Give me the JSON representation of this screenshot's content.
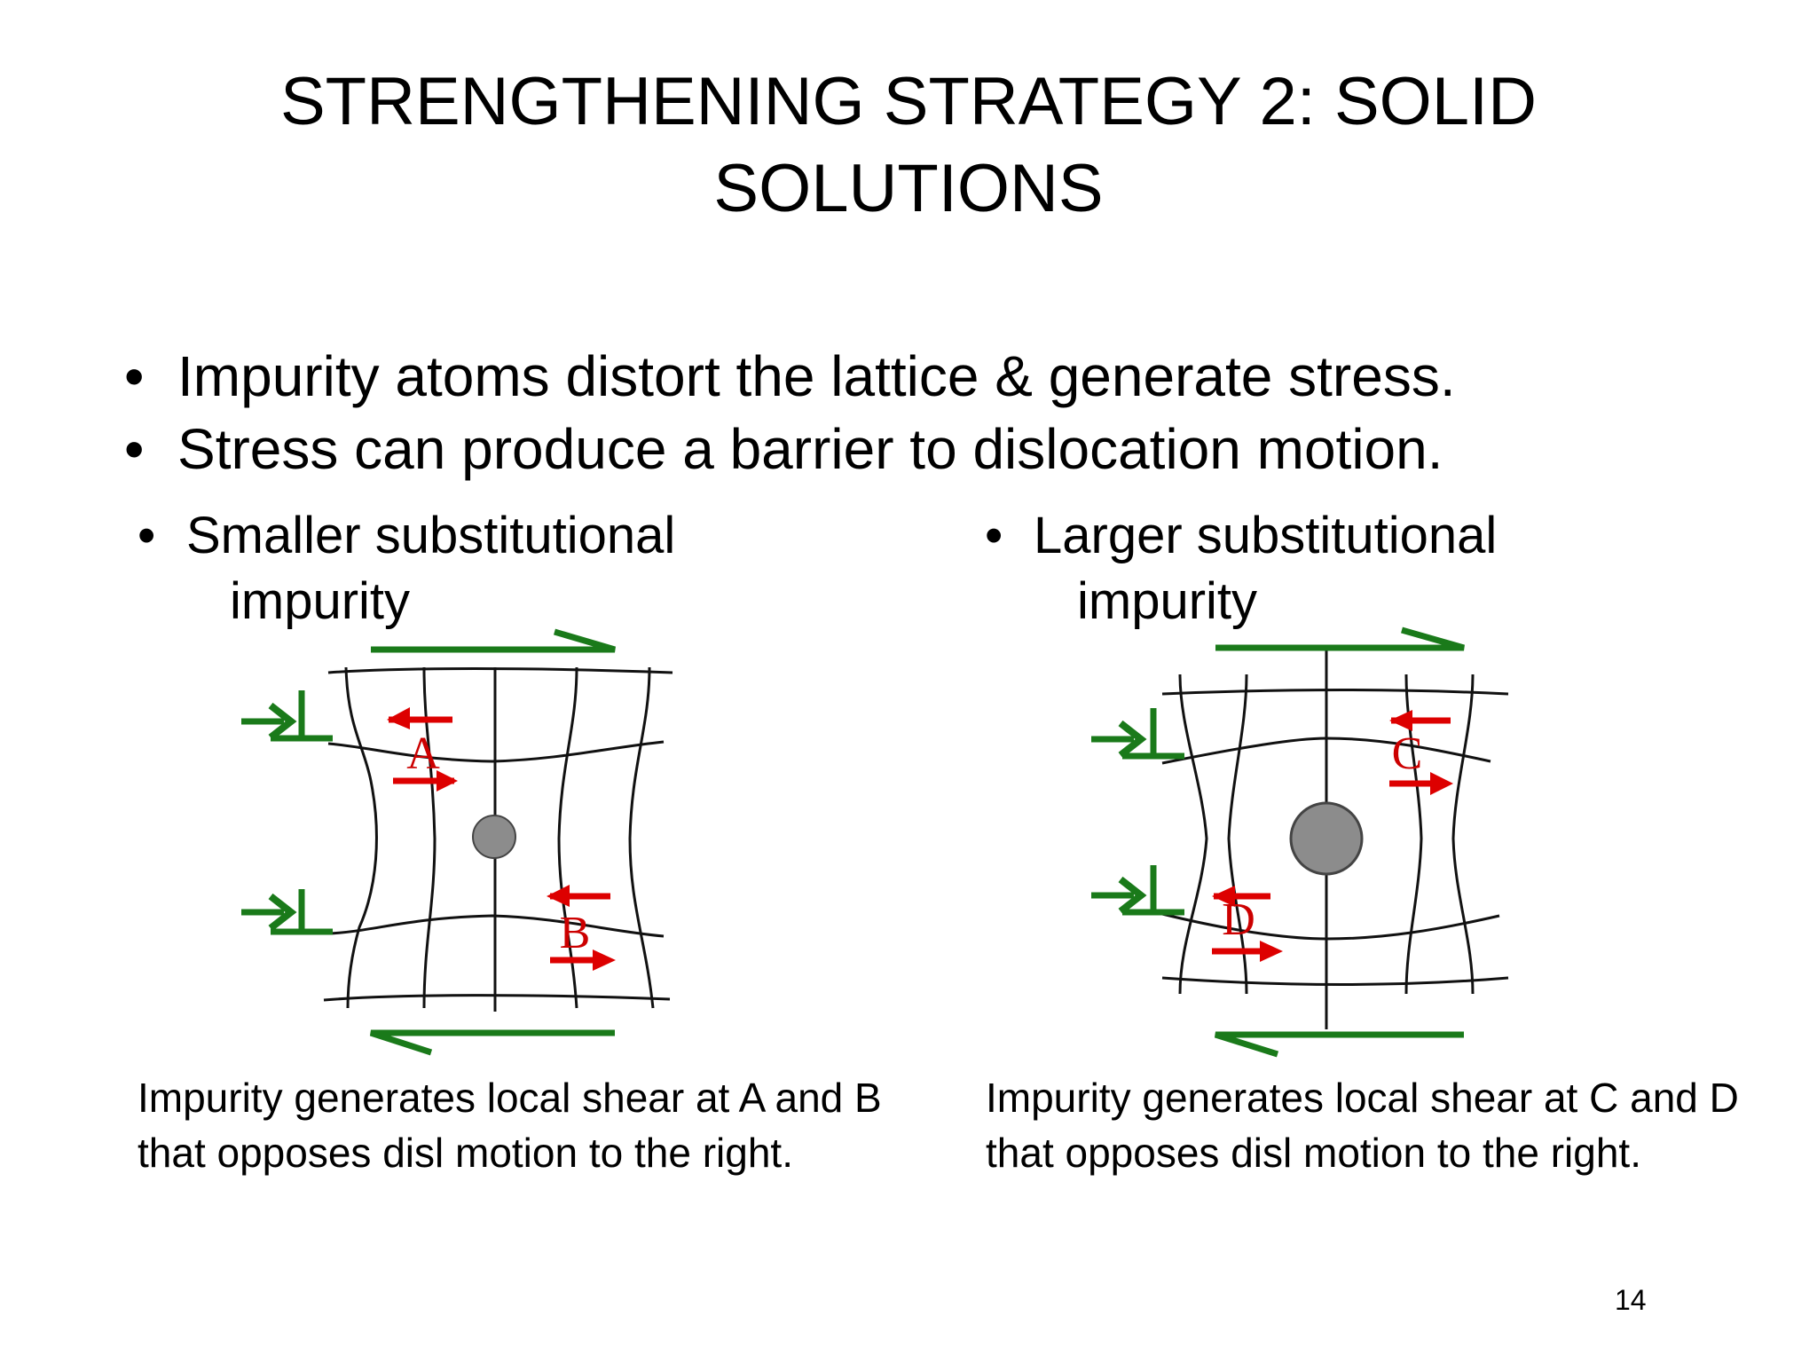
{
  "title": {
    "line1": "STRENGTHENING STRATEGY 2:  SOLID",
    "line2": "SOLUTIONS"
  },
  "bullets": [
    "Impurity atoms distort the lattice & generate stress.",
    "Stress can produce a barrier to dislocation motion."
  ],
  "bullet_symbol": "•",
  "left": {
    "heading_line1": "Smaller substitutional",
    "heading_line2": "impurity",
    "label_top": "A",
    "label_bottom": "B",
    "caption": "Impurity generates local shear at A and B that opposes disl motion to the right."
  },
  "right": {
    "heading_line1": "Larger substitutional",
    "heading_line2": "impurity",
    "label_top": "C",
    "label_bottom": "D",
    "caption": "Impurity generates local shear at C and D that opposes disl motion to the right."
  },
  "page_number": "14",
  "colors": {
    "shear_arrow": "#1a7a1a",
    "stress_arrow": "#dd0000",
    "impurity_atom": "#8c8c8c",
    "label": "#cc0000"
  }
}
